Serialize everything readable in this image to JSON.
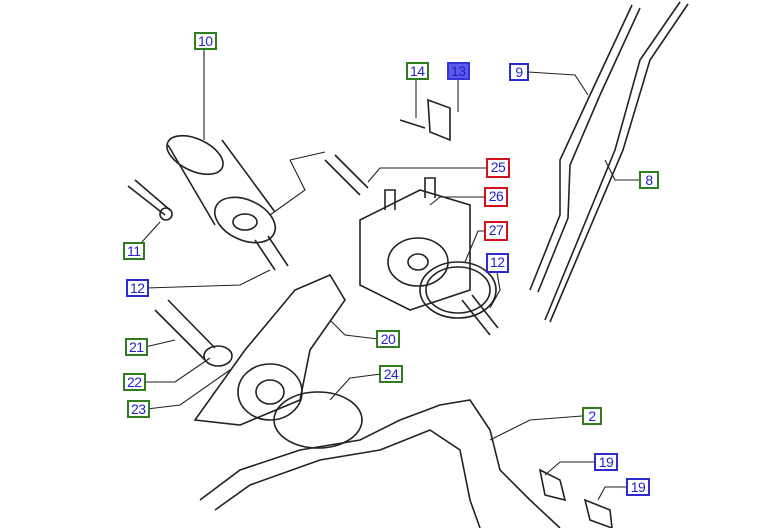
{
  "colors": {
    "green": "#2e7d1e",
    "red": "#d4101a",
    "blue": "#2b2bd0",
    "filled": "#5a5af0",
    "text": "#2323c8"
  },
  "callouts": [
    {
      "id": "c10",
      "label": "10",
      "style": "green"
    },
    {
      "id": "c14",
      "label": "14",
      "style": "green"
    },
    {
      "id": "c13",
      "label": "13",
      "style": "filled"
    },
    {
      "id": "c9",
      "label": "9",
      "style": "blue"
    },
    {
      "id": "c25",
      "label": "25",
      "style": "red"
    },
    {
      "id": "c26",
      "label": "26",
      "style": "red"
    },
    {
      "id": "c8",
      "label": "8",
      "style": "green"
    },
    {
      "id": "c11",
      "label": "11",
      "style": "green"
    },
    {
      "id": "c27",
      "label": "27",
      "style": "red"
    },
    {
      "id": "c12a",
      "label": "12",
      "style": "blue"
    },
    {
      "id": "c12b",
      "label": "12",
      "style": "blue"
    },
    {
      "id": "c20",
      "label": "20",
      "style": "green"
    },
    {
      "id": "c21",
      "label": "21",
      "style": "green"
    },
    {
      "id": "c24",
      "label": "24",
      "style": "green"
    },
    {
      "id": "c22",
      "label": "22",
      "style": "green"
    },
    {
      "id": "c23",
      "label": "23",
      "style": "green"
    },
    {
      "id": "c2",
      "label": "2",
      "style": "green"
    },
    {
      "id": "c19a",
      "label": "19",
      "style": "blue"
    },
    {
      "id": "c19b",
      "label": "19",
      "style": "blue"
    }
  ]
}
